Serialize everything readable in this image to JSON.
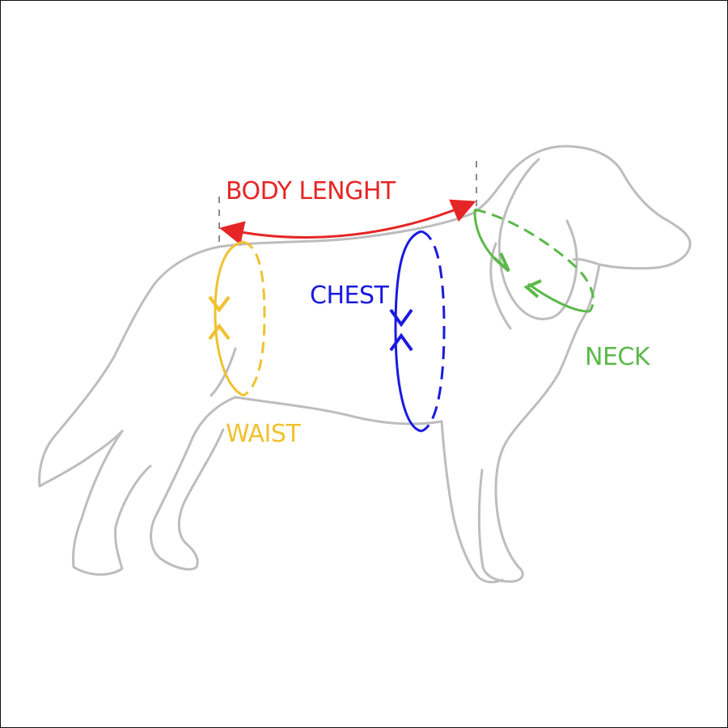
{
  "labels": {
    "body_length": "BODY LENGHT",
    "chest": "CHEST",
    "neck": "NECK",
    "waist": "WAIST"
  },
  "colors": {
    "body_length": "#e62626",
    "chest": "#1a1adf",
    "neck": "#5cb84a",
    "waist": "#f2c12e",
    "outline": "#bdbdbd"
  }
}
